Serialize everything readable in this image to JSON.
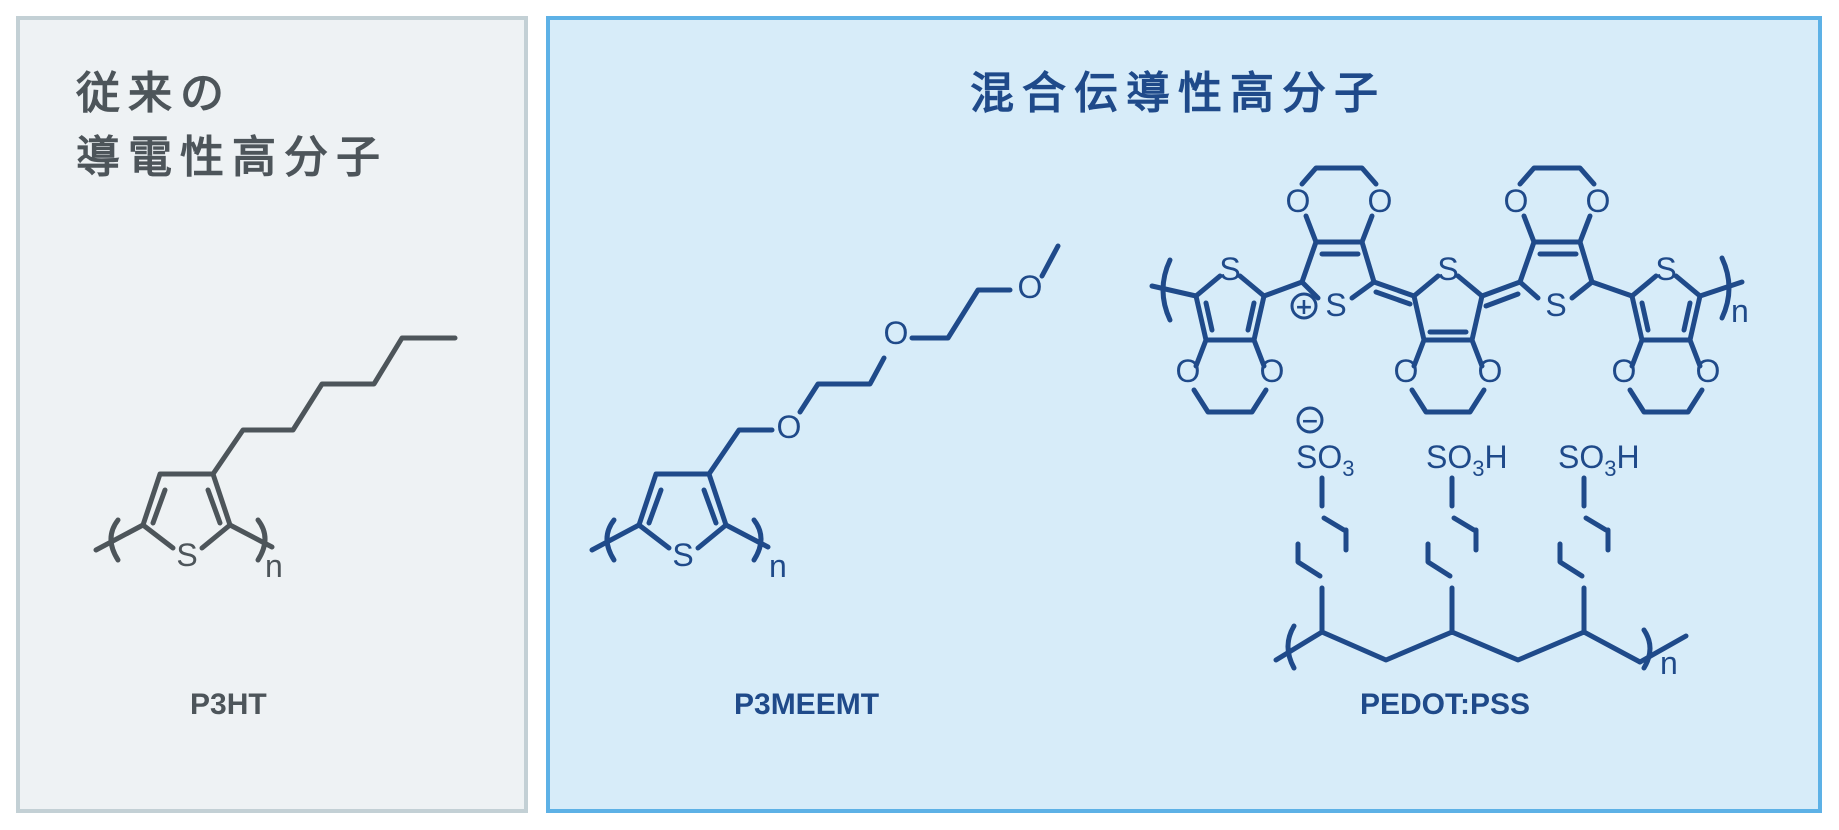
{
  "left_panel": {
    "title_line1": "従来の",
    "title_line2": "導電性高分子",
    "polymer_label": "P3HT"
  },
  "right_panel": {
    "title": "混合伝導性高分子",
    "polymer1_label": "P3MEEMT",
    "polymer2_label": "PEDOT:PSS"
  },
  "atoms": {
    "sulfur": "S",
    "oxygen": "O",
    "repeat_n": "n",
    "sulfonate": "SO",
    "sulfonic": "SO",
    "sub3": "3",
    "hydrogen": "H",
    "plus_sign": "+",
    "minus_sign": "−",
    "radical_dot": "·"
  },
  "colors": {
    "left_bg": "#eef2f4",
    "left_border": "#c3d0d5",
    "right_bg": "#d7ecf9",
    "right_border": "#5db1e6",
    "gray_text": "#4d555a",
    "blue_text": "#1f4a8a"
  }
}
